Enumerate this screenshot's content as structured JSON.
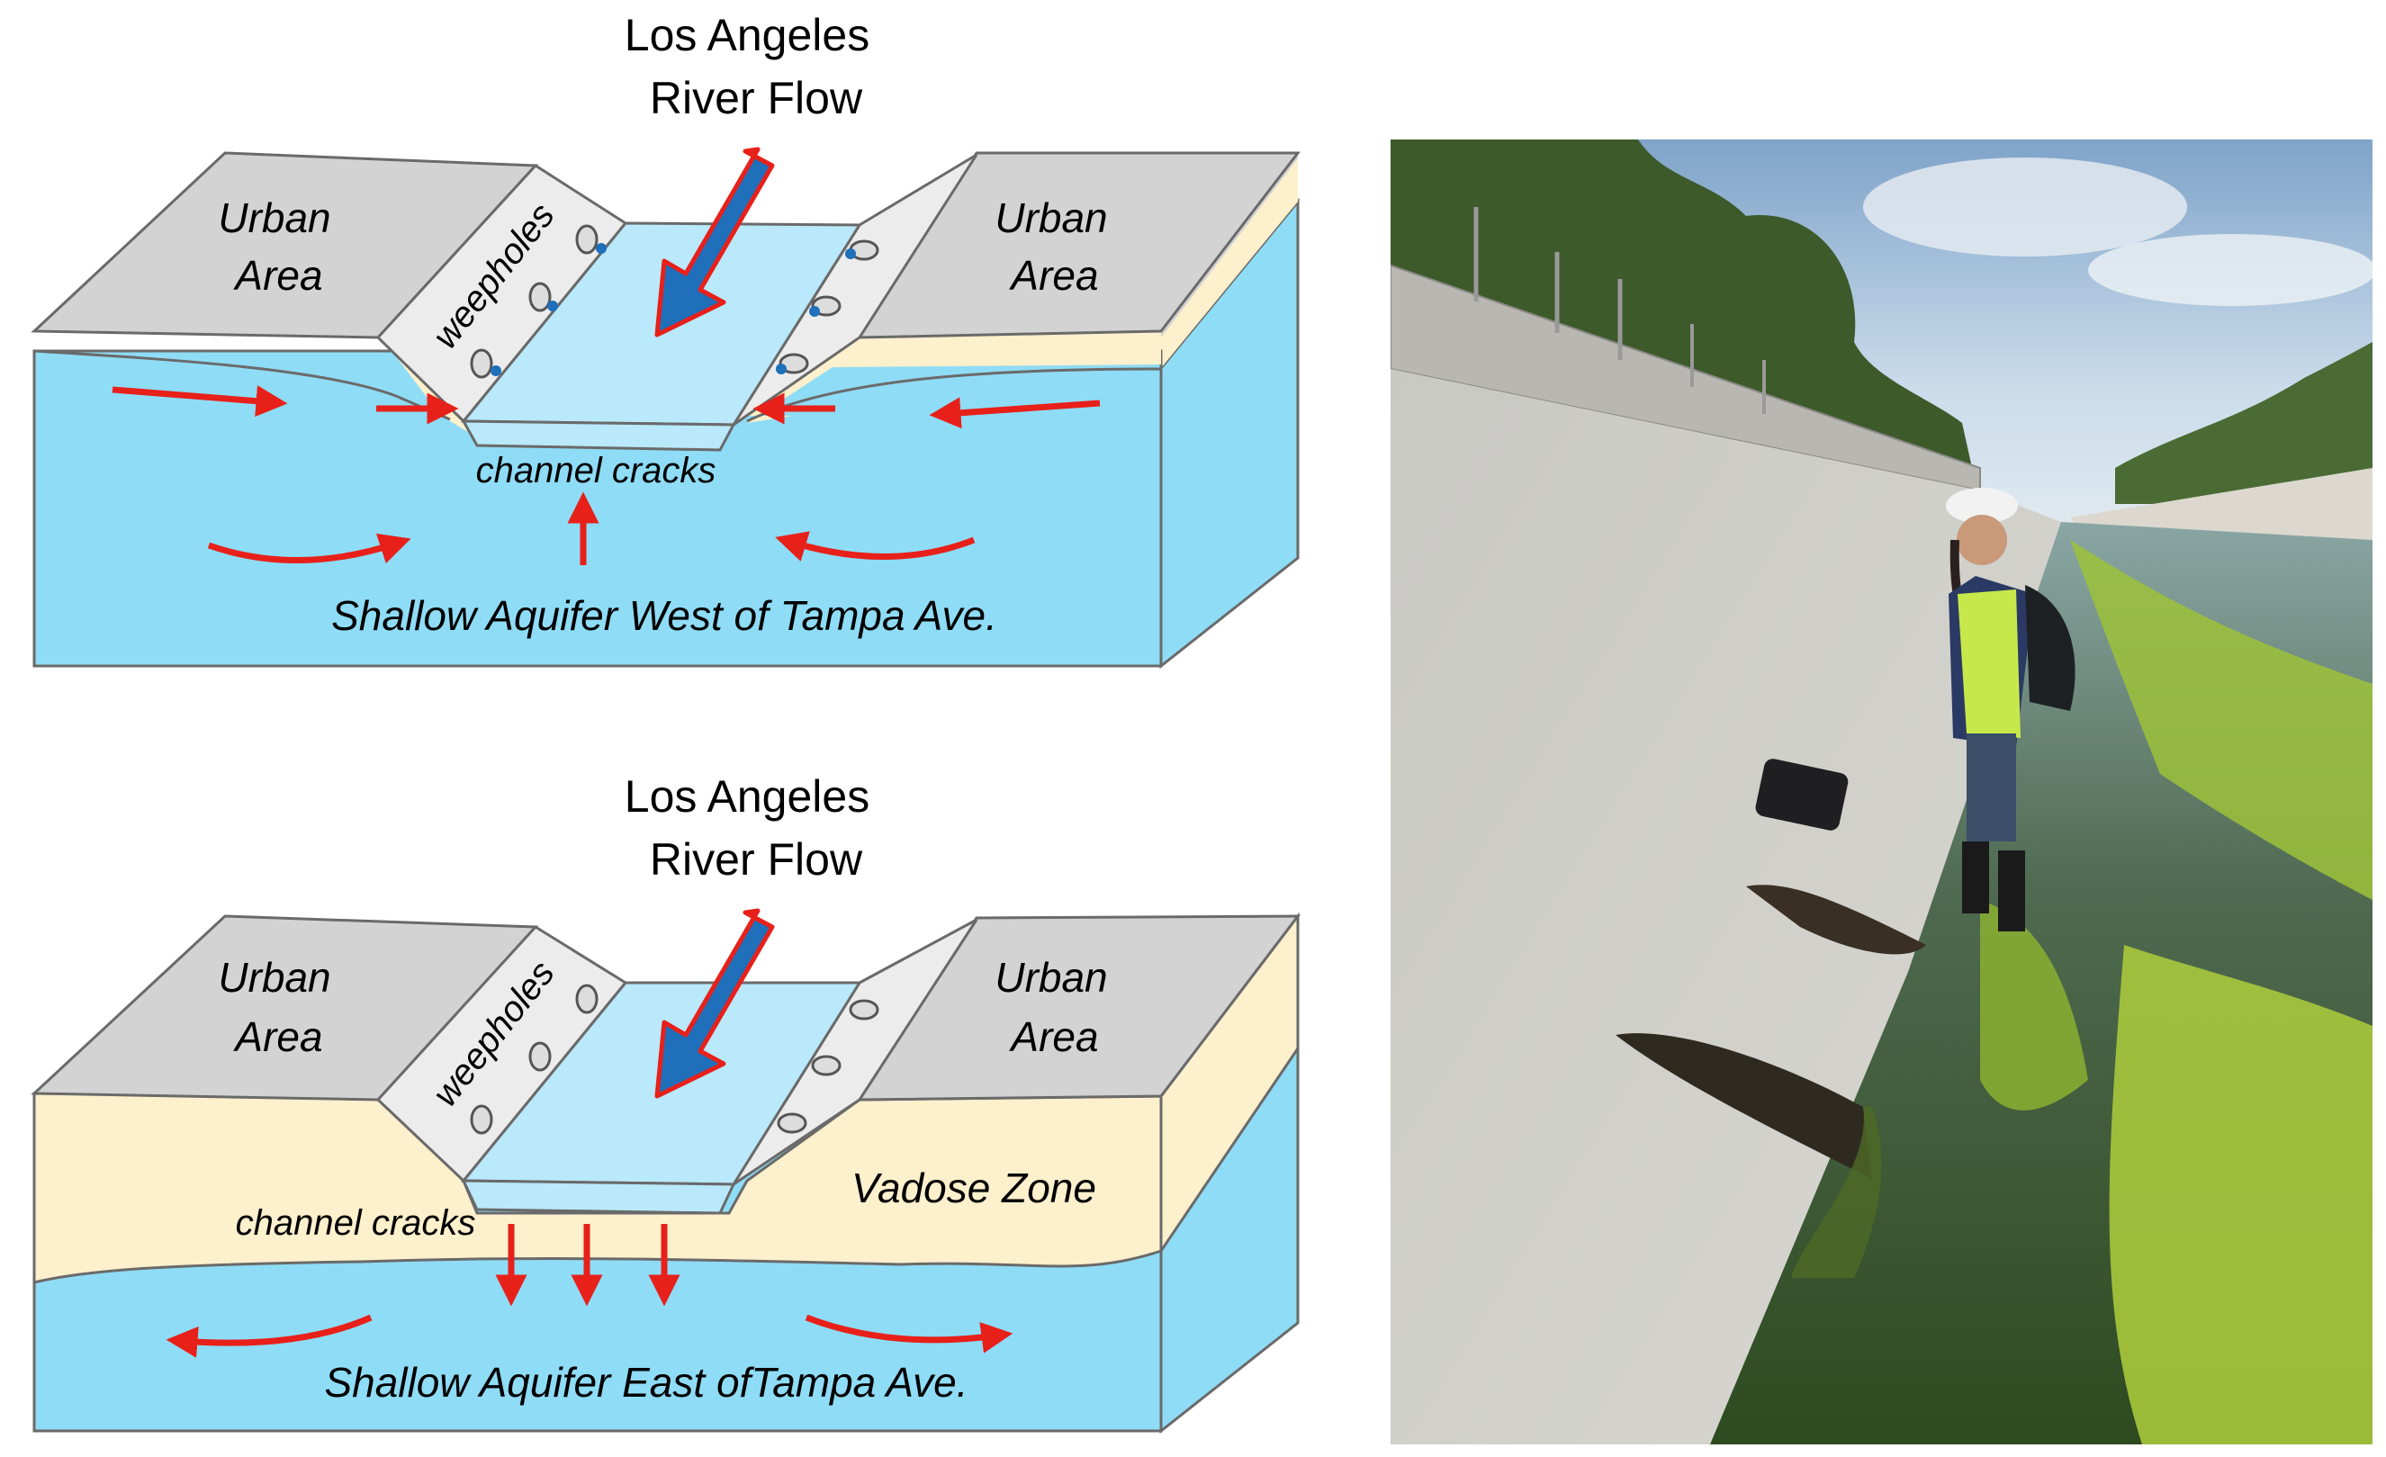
{
  "top_diagram": {
    "title_line1": "Los Angeles",
    "title_line2": "River Flow",
    "urban_left_line1": "Urban",
    "urban_left_line2": "Area",
    "urban_right_line1": "Urban",
    "urban_right_line2": "Area",
    "weepholes": "weepholes",
    "channel_cracks": "channel cracks",
    "aquifer": "Shallow Aquifer West of Tampa Ave."
  },
  "bottom_diagram": {
    "title_line1": "Los Angeles",
    "title_line2": "River Flow",
    "urban_left_line1": "Urban",
    "urban_left_line2": "Area",
    "urban_right_line1": "Urban",
    "urban_right_line2": "Area",
    "weepholes": "weepholes",
    "channel_cracks": "channel cracks",
    "vadose": "Vadose Zone",
    "aquifer": "Shallow Aquifer East ofTampa Ave."
  },
  "colors": {
    "water": "#8fdcf6",
    "vadose": "#fdf0cc",
    "urban": "#d3d3d3",
    "channel_water": "#b9e9fb",
    "flow_arrow": "#1f6fba",
    "red_arrow": "#e8201a",
    "outline": "#6a6a6a"
  }
}
